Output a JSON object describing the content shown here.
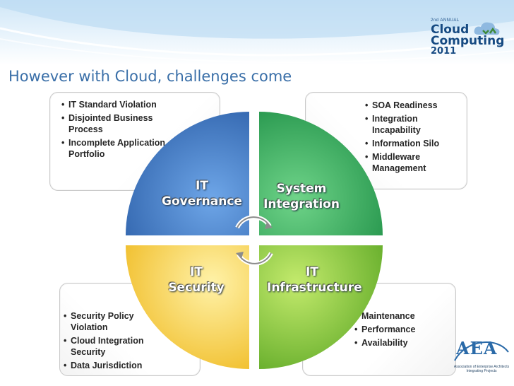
{
  "slide": {
    "title": "However with Cloud, challenges come"
  },
  "logo": {
    "small": "2nd ANNUAL",
    "line1": "Cloud",
    "line2": "Computing",
    "line3": "2011"
  },
  "quadrants": {
    "governance": {
      "line1": "IT",
      "line2": "Governance",
      "color": "#3d79c9"
    },
    "system": {
      "line1": "System",
      "line2": "Integration",
      "color": "#2fae5f"
    },
    "security": {
      "line1": "IT",
      "line2": "Security",
      "color": "#f2c12e"
    },
    "infrastructure": {
      "line1": "IT",
      "line2": "Infrastructure",
      "color": "#79bd2e"
    }
  },
  "boxes": {
    "top_left": [
      "IT Standard Violation",
      "Disjointed Business Process",
      "Incomplete Application Portfolio"
    ],
    "top_right": [
      "SOA Readiness",
      "Integration Incapability",
      "Information Silo",
      "Middleware Management"
    ],
    "bottom_left": [
      "Security Policy Violation",
      "Cloud Integration Security",
      "Data Jurisdiction"
    ],
    "bottom_right": [
      "Maintenance",
      "Performance",
      "Availability"
    ]
  },
  "aea": {
    "letters": "AEA",
    "name": "Association of Enterprise Architects",
    "tagline": "Integrating Projects"
  }
}
